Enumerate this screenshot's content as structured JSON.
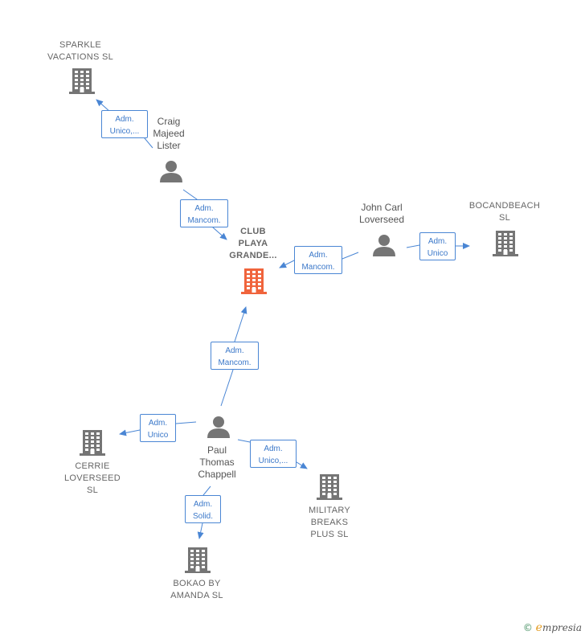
{
  "nodes": {
    "sparkle": {
      "label": "SPARKLE\nVACATIONS  SL",
      "type": "company"
    },
    "craig": {
      "label": "Craig\nMajeed\nLister",
      "type": "person"
    },
    "club": {
      "label": "CLUB\nPLAYA\nGRANDE...",
      "type": "focus-company"
    },
    "john": {
      "label": "John Carl\nLoverseed",
      "type": "person"
    },
    "bocand": {
      "label": "BOCANDBEACH\nSL",
      "type": "company"
    },
    "paul": {
      "label": "Paul\nThomas\nChappell",
      "type": "person"
    },
    "cerrie": {
      "label": "CERRIE\nLOVERSEED\nSL",
      "type": "company"
    },
    "military": {
      "label": "MILITARY\nBREAKS\nPLUS  SL",
      "type": "company"
    },
    "bokao": {
      "label": "BOKAO BY\nAMANDA  SL",
      "type": "company"
    }
  },
  "edges": {
    "craig_sparkle": "Adm.\nUnico,...",
    "craig_club": "Adm.\nMancom.",
    "john_club": "Adm.\nMancom.",
    "john_bocand": "Adm.\nUnico",
    "paul_club": "Adm.\nMancom.",
    "paul_cerrie": "Adm.\nUnico",
    "paul_military": "Adm.\nUnico,...",
    "paul_bokao": "Adm.\nSolid."
  },
  "colors": {
    "edge": "#4a86d4",
    "company": "#757575",
    "focus": "#f0643c",
    "person": "#757575"
  },
  "icons": {
    "company": "building-icon",
    "person": "person-icon"
  },
  "brand": {
    "copyright": "©",
    "initial": "e",
    "name": "mpresia"
  }
}
